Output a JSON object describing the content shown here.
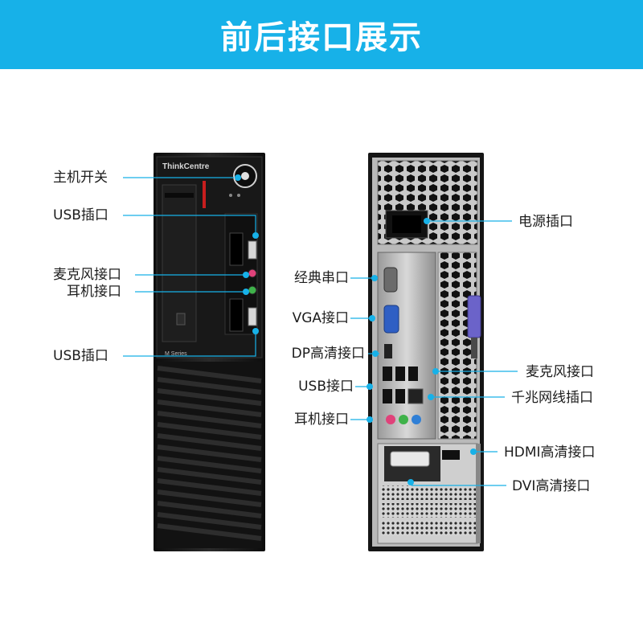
{
  "banner": {
    "title": "前后接口展示",
    "color": "#17b1e8"
  },
  "front": {
    "brand": "ThinkCentre",
    "series": "M Series",
    "labels": {
      "power": "主机开关",
      "usb_top": "USB插口",
      "mic": "麦克风接口",
      "headphone": "耳机接口",
      "usb_bottom": "USB插口"
    }
  },
  "rear": {
    "labels_left": {
      "serial": "经典串口",
      "vga": "VGA接口",
      "dp": "DP高清接口",
      "usb": "USB接口",
      "headphone": "耳机接口"
    },
    "labels_right": {
      "power_socket": "电源插口",
      "mic": "麦克风接口",
      "ethernet": "千兆网线插口",
      "hdmi": "HDMI高清接口",
      "dvi": "DVI高清接口"
    }
  },
  "colors": {
    "callout_dot": "#17b1e8",
    "callout_line": "#17b1e8",
    "case_dark": "#1b1b1b",
    "mic_pink": "#e0427a",
    "audio_green": "#3fb24a",
    "audio_blue": "#2f7fd6",
    "latch_purple": "#6b63c9"
  }
}
